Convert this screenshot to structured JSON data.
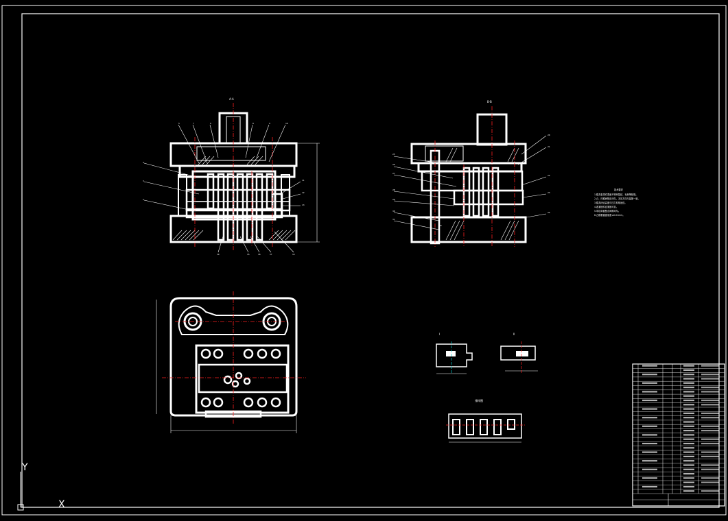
{
  "drawing": {
    "background": "#000000",
    "line_color": "#ffffff",
    "centerline_color": "#ff2020",
    "accent_color": "#00cccc"
  },
  "views": {
    "section_aa": {
      "label": "A-A"
    },
    "section_bb": {
      "label": "B-B"
    },
    "detail_1": {
      "label": "I"
    },
    "detail_2": {
      "label": "II"
    },
    "strip_layout": {
      "label": "排样图"
    }
  },
  "technical_notes": {
    "title": "技术要求",
    "lines": [
      "1.模具各零件表面不得有裂纹、毛刺等缺陷。",
      "2.凸、凹模间隙应均匀，冲压方向与装配一致。",
      "3.模具闭合高度与压力机相适应。",
      "4.各紧固件应紧固可靠。",
      "5.导柱导套配合间隙均匀。",
      "6.凸模垂直度误差≤0.01mm。"
    ]
  },
  "balloons_left": [
    "5",
    "7",
    "6",
    "8",
    "9",
    "10",
    "4",
    "3",
    "2",
    "11",
    "12",
    "13",
    "19",
    "15",
    "16",
    "17",
    "14"
  ],
  "balloons_right": [
    "25",
    "26",
    "27",
    "28",
    "29",
    "30",
    "31",
    "20",
    "21",
    "22",
    "23",
    "24",
    "18"
  ],
  "ucs": {
    "y": "Y",
    "x": "X"
  }
}
